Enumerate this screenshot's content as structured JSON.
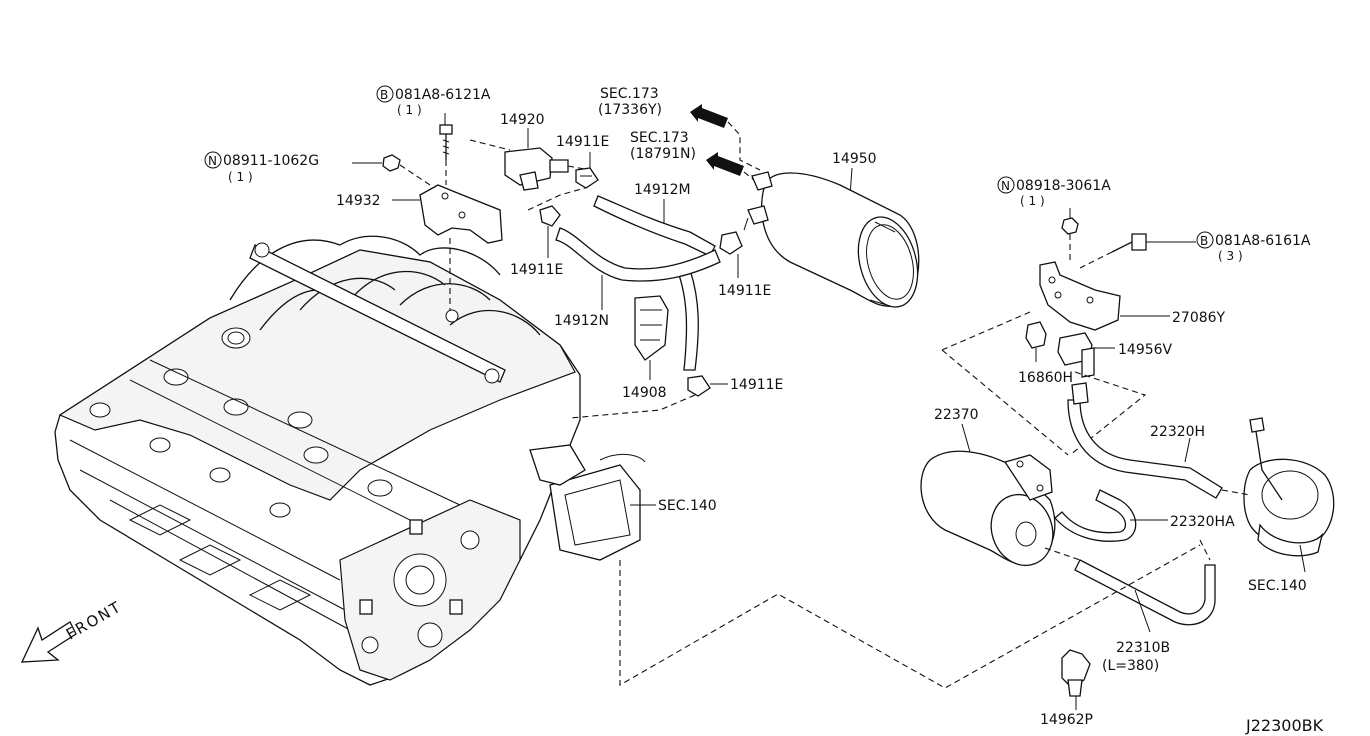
{
  "diagram_code": "J22300BK",
  "front_label": "FRONT",
  "callouts": [
    {
      "id": "bolt_081a8_6121a",
      "symbol": "B",
      "label": "081A8-6121A",
      "qty": "( 1 )"
    },
    {
      "id": "nut_08911_1062g",
      "symbol": "N",
      "label": "08911-1062G",
      "qty": "( 1 )"
    },
    {
      "id": "nut_08918_3061a",
      "symbol": "N",
      "label": "08918-3061A",
      "qty": "( 1 )"
    },
    {
      "id": "bolt_081a8_6161a",
      "symbol": "B",
      "label": "081A8-6161A",
      "qty": "( 3 )"
    }
  ],
  "parts": {
    "p14920": "14920",
    "p14911e_a": "14911E",
    "p14911e_b": "14911E",
    "p14911e_c": "14911E",
    "p14911e_d": "14911E",
    "p14912m": "14912M",
    "p14912n": "14912N",
    "p14908": "14908",
    "p14932": "14932",
    "p14950": "14950",
    "p27086y": "27086Y",
    "p14956v": "14956V",
    "p16860h": "16860H",
    "p22370": "22370",
    "p22320h": "22320H",
    "p22320ha": "22320HA",
    "p22310b": "22310B",
    "p22310b_len": "(L=380)",
    "p14962p": "14962P"
  },
  "sections": {
    "sec173_a": "SEC.173",
    "sec173_a_ref": "(17336Y)",
    "sec173_b": "SEC.173",
    "sec173_b_ref": "(18791N)",
    "sec140_a": "SEC.140",
    "sec140_b": "SEC.140"
  }
}
